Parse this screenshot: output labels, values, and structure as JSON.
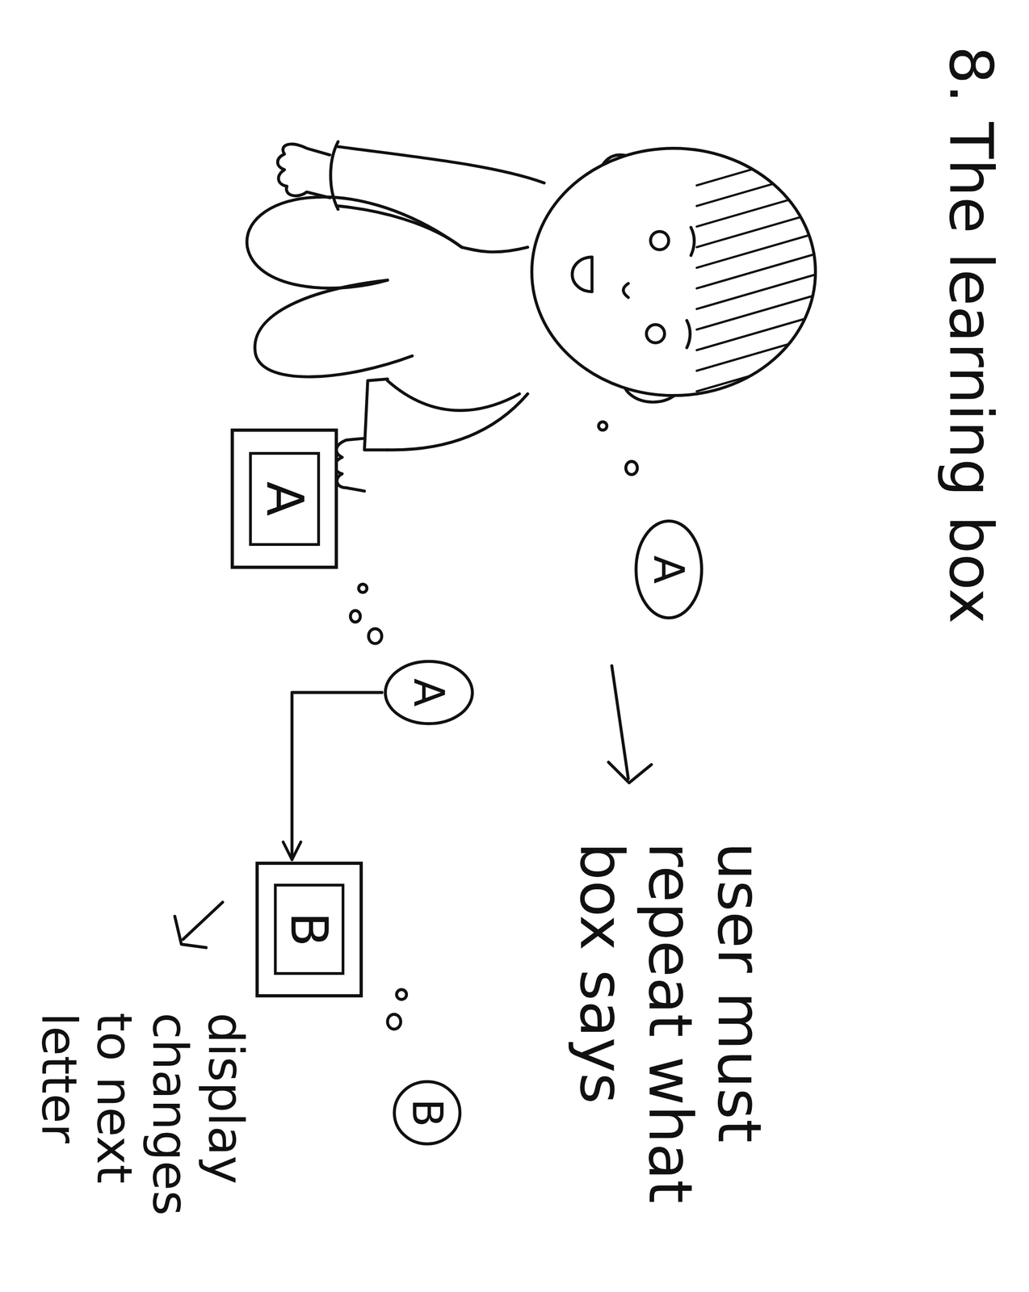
{
  "diagram": {
    "title": "8. The learning box",
    "nodes": [
      {
        "text": [
          "A"
        ]
      },
      {
        "text": [
          "A"
        ]
      },
      {
        "text": [
          "A"
        ]
      },
      {
        "text": [
          "B"
        ]
      },
      {
        "text": [
          "B"
        ]
      }
    ],
    "edges": [
      {
        "from": 2,
        "to": 3,
        "arrow": "to"
      }
    ],
    "labels": [
      "user must repeat what box says",
      "display changes to next letter"
    ]
  }
}
